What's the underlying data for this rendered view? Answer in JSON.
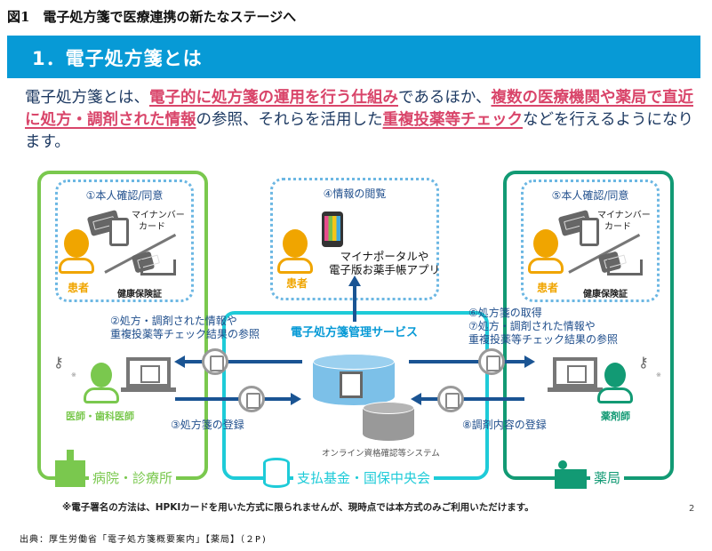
{
  "figure_title": "図1　電子処方箋で医療連携の新たなステージへ",
  "banner": {
    "title": "1．電子処方箋とは",
    "color": "#079ad6"
  },
  "intro": {
    "p1": "電子処方箋とは、",
    "h1": "電子的に処方箋の運用を行う仕組み",
    "p2": "であるほか、",
    "h2": "複数の医療機関や薬局で直近に処方・調剤された情報",
    "p3": "の参照、それらを活用した",
    "h3": "重複投薬等チェック",
    "p4": "などを行えるようになります。"
  },
  "colors": {
    "hospital": "#7ac84e",
    "pharmacy": "#129a74",
    "fund": "#1ecbd8",
    "highlight": "#d9456a",
    "arrow": "#1a5493",
    "patient": "#f0a500"
  },
  "hospital": {
    "box_title": "①本人確認/同意",
    "card_label": "マイナンバーカード",
    "card_label_l1": "マイナンバー",
    "card_label_l2": "カード",
    "insurance_label": "健康保険証",
    "patient_label": "患者",
    "doctor_label": "医師・歯科医師",
    "name": "病院・診療所",
    "step2_l1": "②処方・調剤された情報や",
    "step2_l2": "重複投薬等チェック結果の参照",
    "step3": "③処方箋の登録",
    "key_mark": "※"
  },
  "center": {
    "box_title": "④情報の閲覧",
    "patient_label": "患者",
    "app_l1": "マイナポータルや",
    "app_l2": "電子版お薬手帳アプリ",
    "service_name": "電子処方箋管理サービス",
    "system_name": "オンライン資格確認等システム",
    "fund_name": "支払基金・国保中央会"
  },
  "pharmacy": {
    "box_title": "⑤本人確認/同意",
    "card_label_l1": "マイナンバー",
    "card_label_l2": "カード",
    "insurance_label": "健康保険証",
    "patient_label": "患者",
    "pharmacist_label": "薬剤師",
    "name": "薬局",
    "step6": "⑥処方箋の取得",
    "step7_l1": "⑦処方・調剤された情報や",
    "step7_l2": "重複投薬等チェック結果の参照",
    "step8": "⑧調剤内容の登録",
    "key_mark": "※"
  },
  "footnote": "※電子署名の方法は、HPKIカードを用いた方式に限られませんが、現時点では本方式のみご利用いただけます。",
  "page_number": "2",
  "source": "出典：厚生労働省「電子処方箋概要案内」【薬局】（２P)"
}
